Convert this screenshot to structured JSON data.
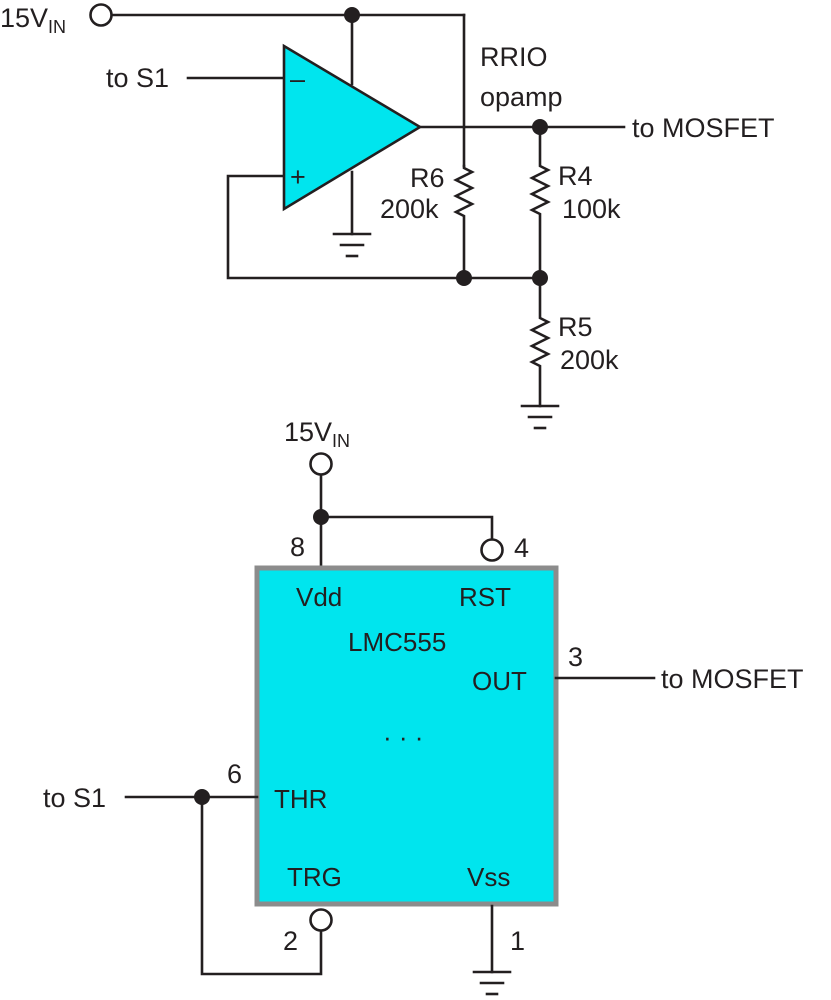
{
  "colors": {
    "component_fill": "#00e5ee",
    "wire": "#231f20",
    "chip_border": "#8c8c8c"
  },
  "opamp_circuit": {
    "supply": {
      "main": "15V",
      "sub": "IN"
    },
    "input_label": "to S1",
    "minus_sign": "–",
    "plus_sign": "+",
    "opamp_label_line1": "RRIO",
    "opamp_label_line2": "opamp",
    "output_label": "to MOSFET",
    "r6": {
      "name": "R6",
      "value": "200k"
    },
    "r4": {
      "name": "R4",
      "value": "100k"
    },
    "r5": {
      "name": "R5",
      "value": "200k"
    }
  },
  "timer_circuit": {
    "supply": {
      "main": "15V",
      "sub": "IN"
    },
    "chip_name": "LMC555",
    "ellipsis": "· · ·",
    "pins": {
      "vdd": {
        "number": "8",
        "label": "Vdd"
      },
      "rst": {
        "number": "4",
        "label": "RST"
      },
      "out": {
        "number": "3",
        "label": "OUT"
      },
      "thr": {
        "number": "6",
        "label": "THR"
      },
      "trg": {
        "number": "2",
        "label": "TRG"
      },
      "vss": {
        "number": "1",
        "label": "Vss"
      }
    },
    "input_label": "to S1",
    "output_label": "to MOSFET"
  }
}
